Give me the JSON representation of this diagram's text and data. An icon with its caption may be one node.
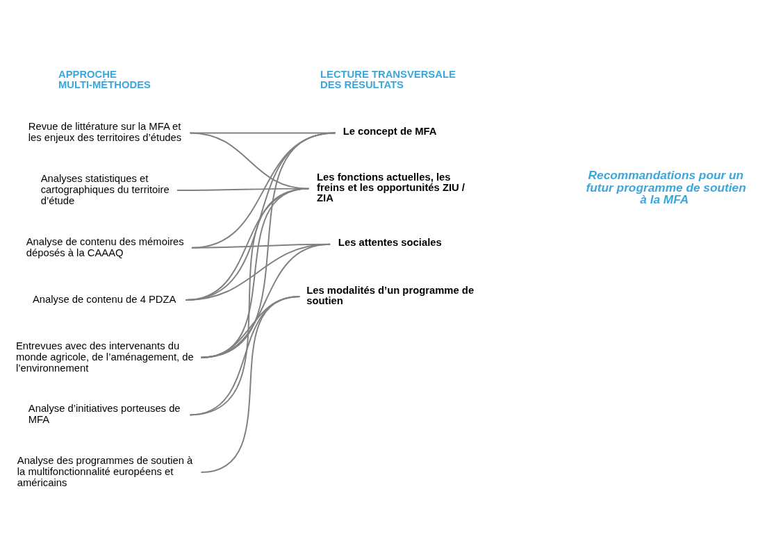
{
  "diagram": {
    "nodes": [
      {
        "text": [
          "Revue de littérature sur la MFA et les enjeux des territoires d’études"
        ]
      },
      {
        "text": [
          "Analyses statistiques et cartographiques du territoire d’étude"
        ]
      },
      {
        "text": [
          "Analyse de contenu des mémoires déposés à la CAAAQ"
        ]
      },
      {
        "text": [
          "Analyse de contenu de 4 PDZA"
        ]
      },
      {
        "text": [
          "Entrevues avec des intervenants du monde agricole, de l’aménagement, de l’environnement"
        ]
      },
      {
        "text": [
          "Analyse d’initiatives porteuses de MFA"
        ]
      },
      {
        "text": [
          "Analyse des programmes de soutien à la multifonctionnalité européens et américains"
        ]
      },
      {
        "text": [
          "Le concept de MFA"
        ]
      },
      {
        "text": [
          "Les fonctions actuelles, les freins et les opportunités ZIU / ZIA"
        ]
      },
      {
        "text": [
          "Les attentes sociales"
        ]
      },
      {
        "text": [
          "Les modalités d’un programme de soutien"
        ]
      },
      {
        "text": [
          "Recommandations pour un futur programme de soutien à la MFA"
        ]
      }
    ],
    "edges": [
      {
        "from": 0,
        "to": 7,
        "arrow": "none"
      },
      {
        "from": 0,
        "to": 8,
        "arrow": "none"
      },
      {
        "from": 1,
        "to": 8,
        "arrow": "none"
      },
      {
        "from": 2,
        "to": 7,
        "arrow": "none"
      },
      {
        "from": 2,
        "to": 9,
        "arrow": "none"
      },
      {
        "from": 3,
        "to": 7,
        "arrow": "none"
      },
      {
        "from": 3,
        "to": 8,
        "arrow": "none"
      },
      {
        "from": 3,
        "to": 9,
        "arrow": "none"
      },
      {
        "from": 4,
        "to": 7,
        "arrow": "none"
      },
      {
        "from": 4,
        "to": 8,
        "arrow": "none"
      },
      {
        "from": 4,
        "to": 9,
        "arrow": "none"
      },
      {
        "from": 4,
        "to": 10,
        "arrow": "none"
      },
      {
        "from": 5,
        "to": 8,
        "arrow": "none"
      },
      {
        "from": 5,
        "to": 10,
        "arrow": "none"
      },
      {
        "from": 6,
        "to": 10,
        "arrow": "none"
      }
    ],
    "labels": [
      "APPROCHE MULTI-MÉTHODES",
      "LECTURE TRANSVERSALE DES RÉSULTATS"
    ]
  }
}
